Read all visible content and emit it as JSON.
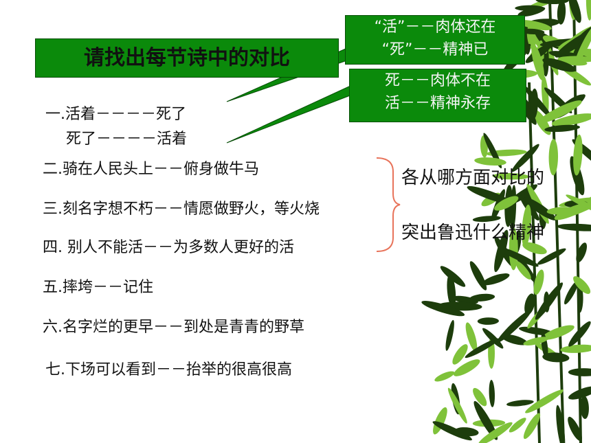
{
  "title": "请找出每节诗中的对比",
  "callouts": [
    {
      "lines": [
        "“活”－－肉体还在",
        "“死”－－精神已"
      ]
    },
    {
      "lines": [
        "死－－肉体不在",
        "活－－精神永存"
      ]
    }
  ],
  "items": [
    "一.活着－－－－死了",
    "死了－－－－活着",
    "二.骑在人民头上－－俯身做牛马",
    "三.刻名字想不朽－－情愿做野火，等火烧",
    "四. 别人不能活－－为多数人更好的活",
    "五.摔垮－－记住",
    "六.名字烂的更早－－到处是青青的野草",
    "七.下场可以看到－－抬举的很高很高"
  ],
  "questions": [
    "各从哪方面对比的",
    "突出鲁迅什么精神"
  ],
  "colors": {
    "box_green": "#0b8a0b",
    "brace": "#e8735a",
    "bamboo_dark": "#1d3d0c",
    "bamboo_light": "#7fc23a"
  }
}
